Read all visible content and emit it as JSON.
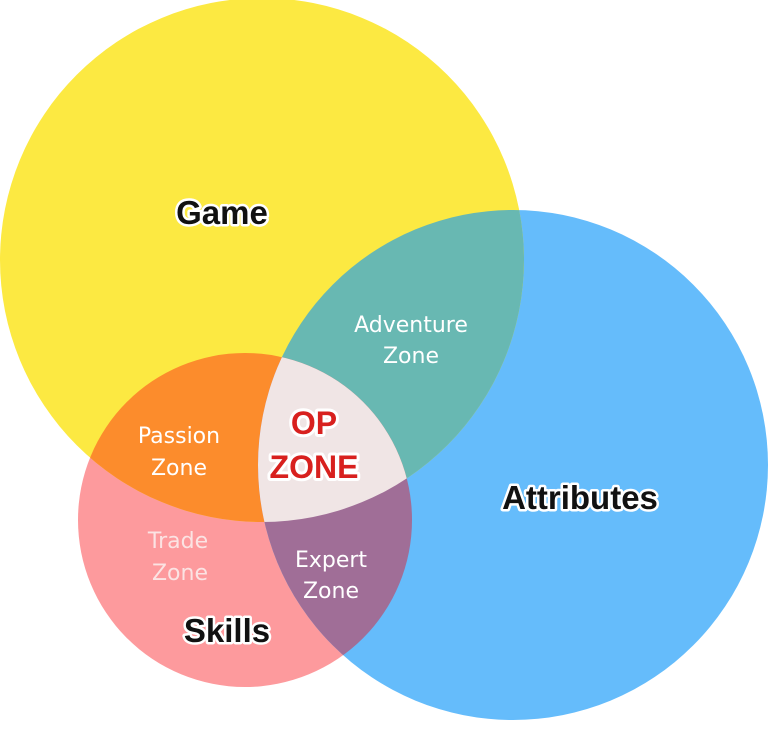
{
  "sets": {
    "game": {
      "label": "Game",
      "color": "#FCE942"
    },
    "attributes": {
      "label": "Attributes",
      "color": "#65BCFB"
    },
    "skills": {
      "label": "Skills",
      "color": "#FD9A9D"
    }
  },
  "zones": {
    "adventure": {
      "line1": "Adventure",
      "line2": "Zone",
      "color": "#68B8B2"
    },
    "passion": {
      "line1": "Passion",
      "line2": "Zone",
      "color": "#FC8C2C"
    },
    "trade": {
      "line1": "Trade",
      "line2": "Zone"
    },
    "expert": {
      "line1": "Expert",
      "line2": "Zone",
      "color": "#A06E97"
    },
    "op": {
      "line1": "OP",
      "line2": "ZONE",
      "color": "#F0E5E5",
      "text_color": "#D8201E"
    }
  }
}
